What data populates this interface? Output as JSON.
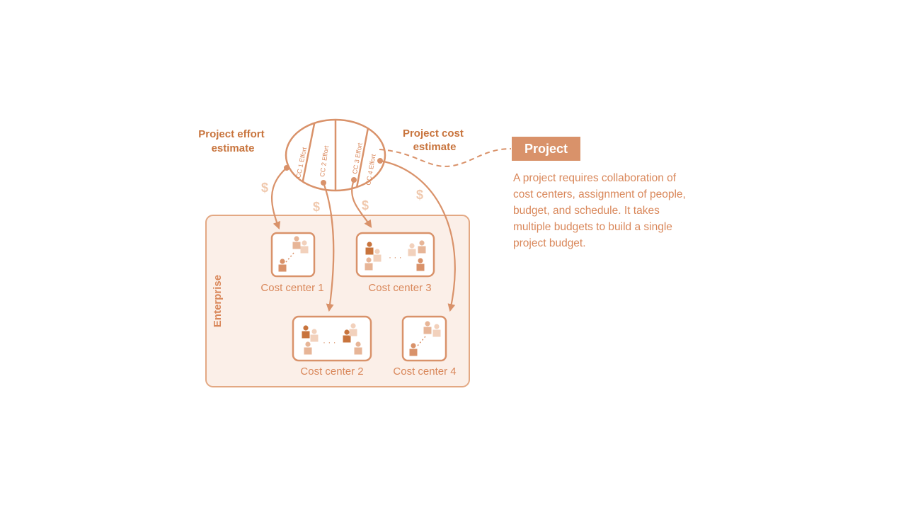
{
  "labels": {
    "effort_estimate": [
      "Project effort",
      "estimate"
    ],
    "cost_estimate": [
      "Project cost",
      "estimate"
    ],
    "enterprise": "Enterprise"
  },
  "effort_segments": [
    "CC 1 Effort",
    "CC 2 Effort",
    "CC 3 Effort",
    "CC 4 Effort"
  ],
  "cost_centers": {
    "cc1": "Cost center 1",
    "cc2": "Cost center 2",
    "cc3": "Cost center 3",
    "cc4": "Cost center 4"
  },
  "currency_symbol": "$",
  "project": {
    "title": "Project",
    "description": "A project requires collaboration of cost centers, assignment of people, budget, and schedule. It takes multiple budgets to build a single project budget."
  },
  "colors": {
    "primary": "#D9926A",
    "text": "#D9875A",
    "heading": "#C8743D",
    "enterprise_fill": "#FBEFE8",
    "dollar": "#F0C9AE"
  }
}
